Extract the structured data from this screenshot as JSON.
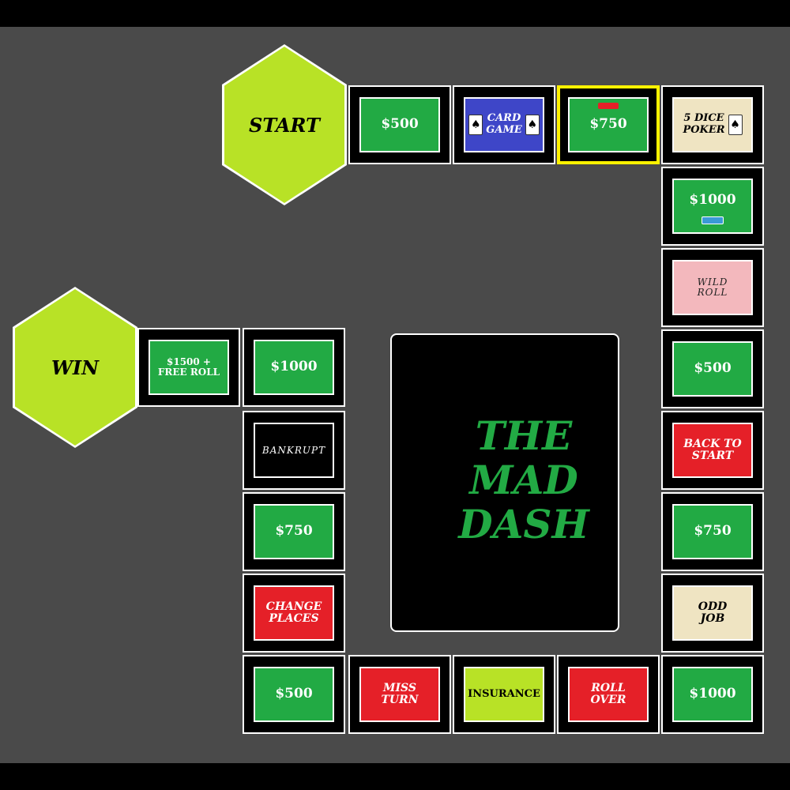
{
  "title": "THE MAD DASH",
  "start_label": "START",
  "win_label": "WIN",
  "spaces": {
    "top_500": "$500",
    "card_game_line1": "CARD",
    "card_game_line2": "GAME",
    "top_750": "$750",
    "dice_poker_line1": "5 DICE",
    "dice_poker_line2": "POKER",
    "right_1000_a": "$1000",
    "wild_roll_line1": "WILD",
    "wild_roll_line2": "ROLL",
    "right_500": "$500",
    "back_to_start_line1": "BACK TO",
    "back_to_start_line2": "START",
    "right_750": "$750",
    "odd_job_line1": "ODD",
    "odd_job_line2": "JOB",
    "right_1000_b": "$1000",
    "roll_over_line1": "ROLL",
    "roll_over_line2": "OVER",
    "insurance": "INSURANCE",
    "miss_turn_line1": "MISS",
    "miss_turn_line2": "TURN",
    "left_500": "$500",
    "change_places_line1": "CHANGE",
    "change_places_line2": "PLACES",
    "left_750": "$750",
    "bankrupt": "BANKRUPT",
    "left_1000": "$1000",
    "bonus_line1": "$1500 +",
    "bonus_line2": "FREE ROLL"
  },
  "icons": {
    "card": "spade-card-icon",
    "spade_glyph": "♠"
  },
  "colors": {
    "money": "#22aa44",
    "penalty": "#e52028",
    "special": "#efe4c2",
    "wild": "#f3b8bd",
    "insurance": "#b8e226",
    "card_game": "#3e46c8",
    "highlight": "#fff200",
    "player_red": "#e52028",
    "player_blue": "#3a9ad6"
  }
}
